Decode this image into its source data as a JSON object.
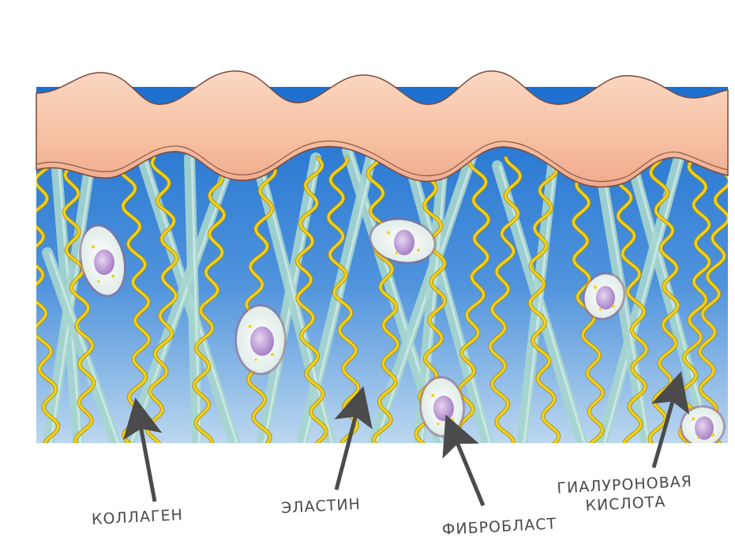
{
  "labels": {
    "collagen": "КОЛЛАГЕН",
    "elastin": "ЭЛАСТИН",
    "fibroblast": "ФИБРОБЛАСТ",
    "hyaluronic_line1": "ГИАЛУРОНОВАЯ",
    "hyaluronic_line2": "КИСЛОТА"
  },
  "colors": {
    "epidermis": "#f7c3a6",
    "dermis_top": "#1c6fcf",
    "dermis_bottom": "#bcd7ef",
    "collagen": "#a7d6cf",
    "elastin": "#f2d21b",
    "fibroblast_body": "#e9f1ee",
    "nucleus": "#b58fcf",
    "arrow": "#4b4b4b"
  }
}
